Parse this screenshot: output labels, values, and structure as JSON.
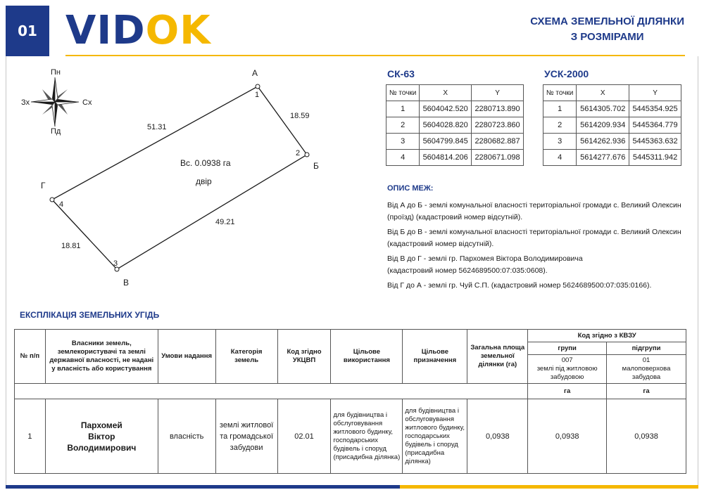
{
  "header": {
    "page_number": "01",
    "logo_part1": "VID",
    "logo_part2": "OK",
    "title_line1": "СХЕМА ЗЕМЕЛЬНОЇ ДІЛЯНКИ",
    "title_line2": "З РОЗМІРАМИ"
  },
  "colors": {
    "brand_blue": "#1e3a8a",
    "brand_yellow": "#f5b800"
  },
  "compass": {
    "icon": "compass-rose-icon",
    "north": "Пн",
    "south": "Пд",
    "west": "Зх",
    "east": "Сх"
  },
  "plot": {
    "corners": [
      {
        "letter": "А",
        "num": "1"
      },
      {
        "letter": "Б",
        "num": "2"
      },
      {
        "letter": "В",
        "num": "3"
      },
      {
        "letter": "Г",
        "num": "4"
      }
    ],
    "sides": {
      "a_b": "18.59",
      "b_v": "49.21",
      "v_g": "18.81",
      "g_a": "51.31"
    },
    "area_label": "Вс. 0.0938 га",
    "land_use_label": "двір"
  },
  "coords_sk63": {
    "title": "СК-63",
    "headers": [
      "№ точки",
      "X",
      "Y"
    ],
    "rows": [
      [
        "1",
        "5604042.520",
        "2280713.890"
      ],
      [
        "2",
        "5604028.820",
        "2280723.860"
      ],
      [
        "3",
        "5604799.845",
        "2280682.887"
      ],
      [
        "4",
        "5604814.206",
        "2280671.098"
      ]
    ]
  },
  "coords_usk2000": {
    "title": "УСК-2000",
    "headers": [
      "№ точки",
      "X",
      "Y"
    ],
    "rows": [
      [
        "1",
        "5614305.702",
        "5445354.925"
      ],
      [
        "2",
        "5614209.934",
        "5445364.779"
      ],
      [
        "3",
        "5614262.936",
        "5445363.632"
      ],
      [
        "4",
        "5614277.676",
        "5445311.942"
      ]
    ]
  },
  "boundaries": {
    "title": "ОПИС МЕЖ:",
    "items": [
      {
        "line1": "Від А до Б - землі комунальної власності територіальної громади с. Великий Олексин",
        "line2": "(проїзд) (кадастровий номер відсутній)."
      },
      {
        "line1": "Від Б до В - землі комунальної власності територіальної громади с. Великий Олексин",
        "line2": "(кадастровий номер відсутній)."
      },
      {
        "line1": "Від В до Г - землі гр. Пархомея Віктора Володимировича",
        "line2": "(кадастровий номер 5624689500:07:035:0608)."
      },
      {
        "line1": "Від Г до А - землі гр. Чуй С.П. (кадастровий номер 5624689500:07:035:0166).",
        "line2": ""
      }
    ]
  },
  "explication": {
    "title": "ЕКСПЛІКАЦІЯ ЗЕМЕЛЬНИХ УГІДЬ",
    "headers": {
      "num": "№ п/п",
      "owners": "Власники земель, землекористувачі та землі державної власності, не надані у власність або користування",
      "conditions": "Умови надання",
      "category": "Категорія земель",
      "ukcvp": "Код згідно УКЦВП",
      "use_purpose": "Цільове використання",
      "designation": "Цільове призначення",
      "total_area": "Загальна площа земельної ділянки (га)",
      "kvzu": "Код згідно з КВЗУ",
      "groups": "групи",
      "subgroups": "підгрупи",
      "group_code": "007",
      "group_desc": "землі під житловою забудовою",
      "subgroup_code": "01",
      "subgroup_desc": "малоповерхова забудова",
      "group_unit": "га",
      "subgroup_unit": "га"
    },
    "row": {
      "num": "1",
      "owner_line1": "Пархомей",
      "owner_line2": "Віктор",
      "owner_line3": "Володимирович",
      "conditions": "власність",
      "category": "землі житлової та громадської забудови",
      "ukcvp": "02.01",
      "use_purpose": "для будівництва і обслуговування житлового будинку, господарських будівель і споруд (присадибна ділянка)",
      "designation": "для будівництва і обслуговування житлового будинку, господарських будівель і споруд (присадибна ділянка)",
      "total_area": "0,0938",
      "group_area": "0,0938",
      "subgroup_area": "0,0938"
    }
  }
}
